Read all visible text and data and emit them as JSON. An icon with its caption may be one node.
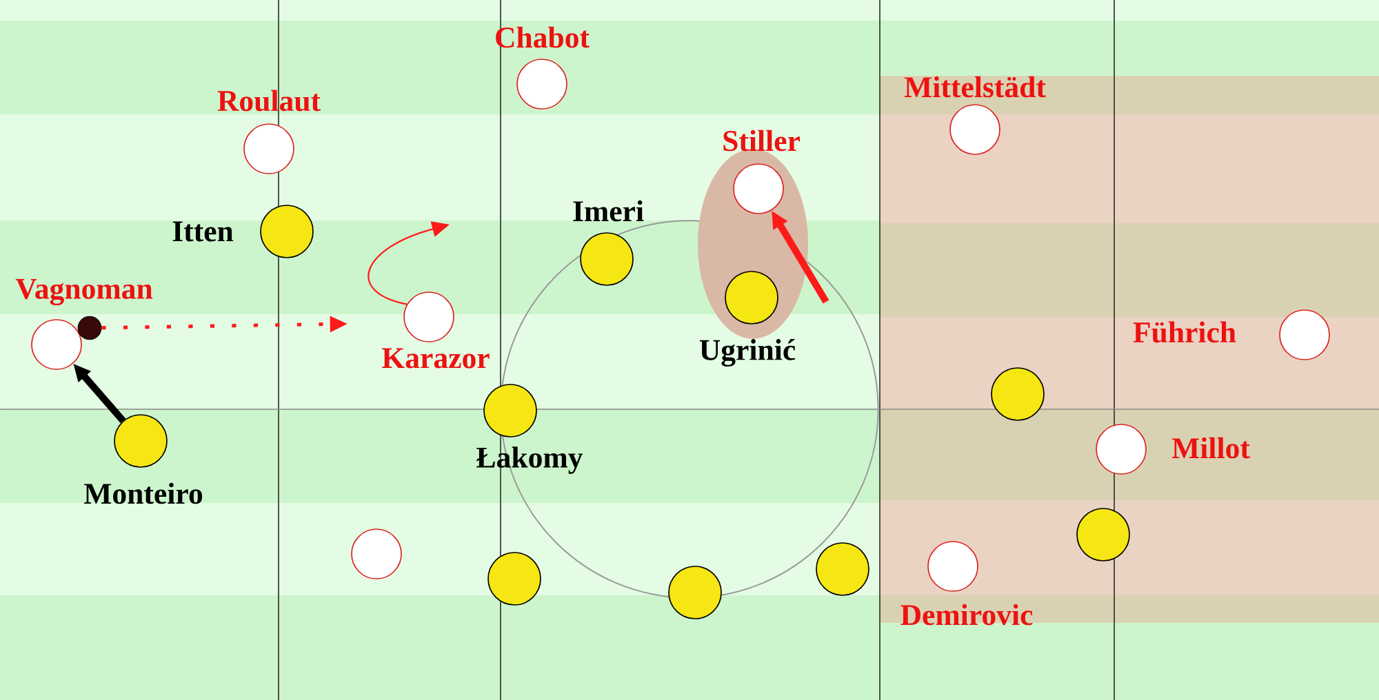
{
  "diagram": {
    "nodes": [
      {
        "text": [
          "Chabot"
        ]
      },
      {
        "text": [
          "Roulaut"
        ]
      },
      {
        "text": [
          "Mittelstädt"
        ]
      },
      {
        "text": [
          "Stiller"
        ]
      },
      {
        "text": [
          "Itten"
        ]
      },
      {
        "text": [
          "Imeri"
        ]
      },
      {
        "text": [
          "Vagnoman"
        ]
      },
      {
        "text": [
          "Ugrinić"
        ]
      },
      {
        "text": [
          "Karazor"
        ]
      },
      {
        "text": [
          "Führich"
        ]
      },
      {
        "text": [
          "Łakomy"
        ]
      },
      {
        "text": [
          "Millot"
        ]
      },
      {
        "text": [
          "Monteiro"
        ]
      },
      {
        "text": [
          "Demirovic"
        ]
      },
      {
        "text": [],
        "shape": "circle"
      },
      {
        "text": [],
        "shape": "circle"
      },
      {
        "text": [],
        "shape": "circle"
      },
      {
        "text": [],
        "shape": "circle"
      },
      {
        "text": [],
        "shape": "circle"
      },
      {
        "text": [],
        "shape": "circle"
      },
      {
        "text": [],
        "shape": "circle"
      }
    ],
    "edges": [
      {
        "from": 12,
        "to": 6,
        "arrow": "to",
        "style": "thick",
        "color": "#000000"
      },
      {
        "from": 14,
        "to": null,
        "arrow": "to",
        "style": "dashed",
        "color": "#ff1a1a"
      },
      {
        "from": 8,
        "to": null,
        "arrow": "to",
        "color": "#ff1a1a"
      },
      {
        "from": null,
        "to": 3,
        "arrow": "to",
        "style": "thick",
        "color": "#ff1a1a"
      }
    ]
  }
}
